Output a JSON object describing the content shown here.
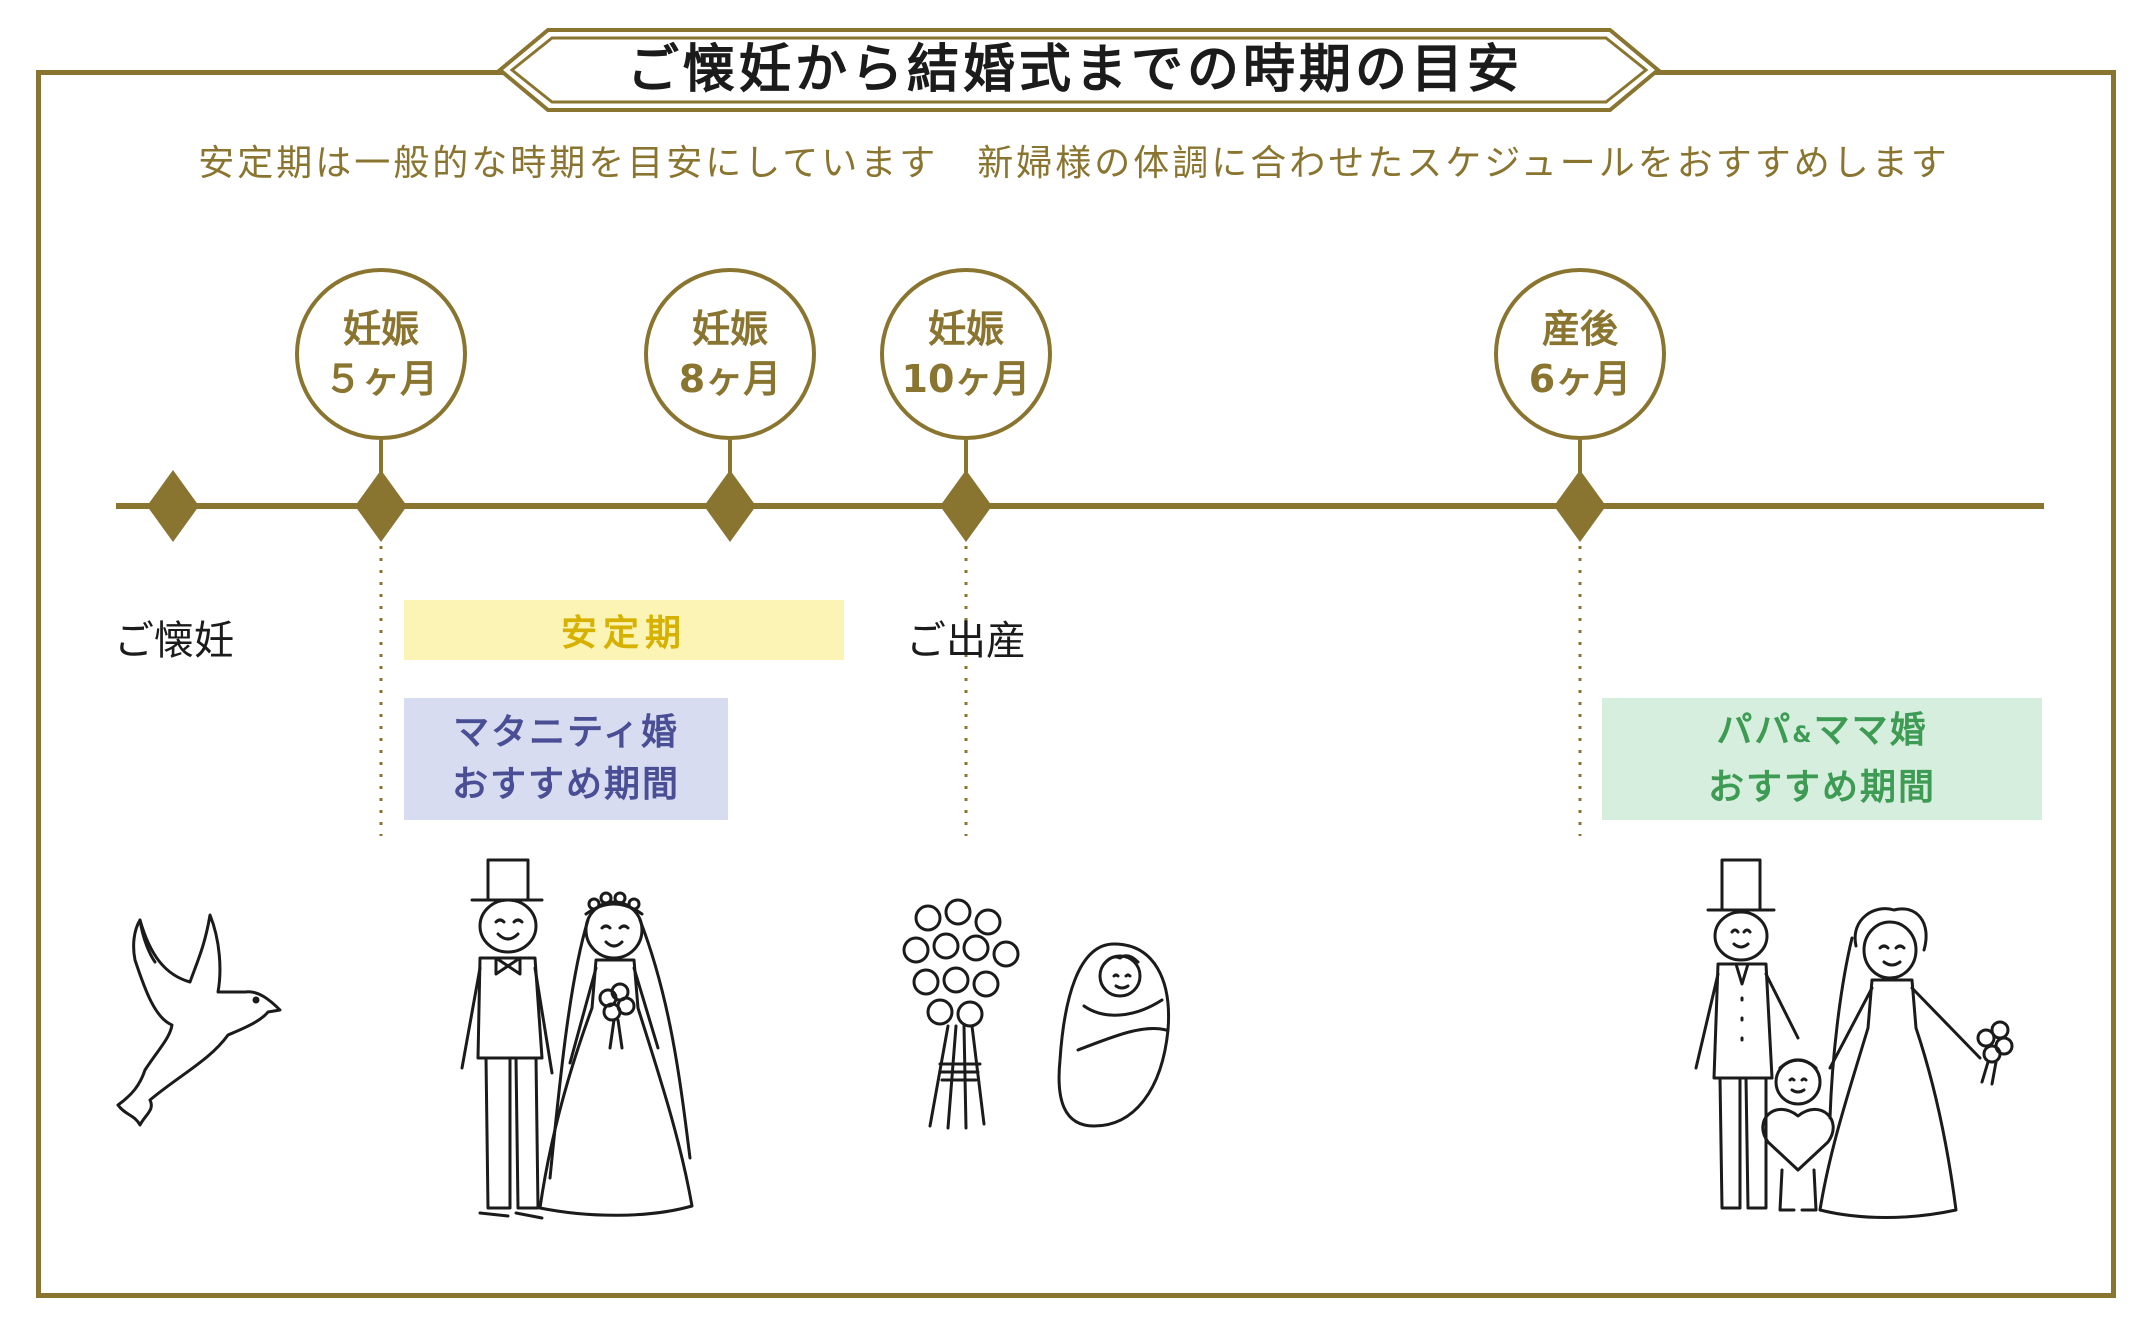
{
  "title": "ご懐妊から結婚式までの時期の目安",
  "subtitle": "安定期は一般的な時期を目安にしています　新婦様の体調に合わせたスケジュールをおすすめします",
  "colors": {
    "accent": "#8a7530",
    "stable_band_bg": "#fbf4b4",
    "stable_band_text": "#d6b100",
    "maternity_bg": "#d7dcf1",
    "maternity_text": "#4a4e94",
    "papamama_bg": "#d6eedd",
    "papamama_text": "#3e9b54"
  },
  "milestones": [
    {
      "line1": "妊娠",
      "line2": "５ヶ月"
    },
    {
      "line1": "妊娠",
      "line2": "8ヶ月"
    },
    {
      "line1": "妊娠",
      "line2": "10ヶ月"
    },
    {
      "line1": "産後",
      "line2": "6ヶ月"
    }
  ],
  "events": {
    "conception": "ご懐妊",
    "birth": "ご出産"
  },
  "stable_period": "安定期",
  "maternity_wedding": {
    "line1": "マタニティ婚",
    "line2": "おすすめ期間"
  },
  "papamama_wedding": {
    "line1_a": "パパ",
    "amp": "&",
    "line1_b": "ママ婚",
    "line2": "おすすめ期間"
  },
  "illustrations": [
    "dove-icon",
    "bride-groom-icon",
    "bouquet-icon",
    "baby-icon",
    "family-icon"
  ]
}
